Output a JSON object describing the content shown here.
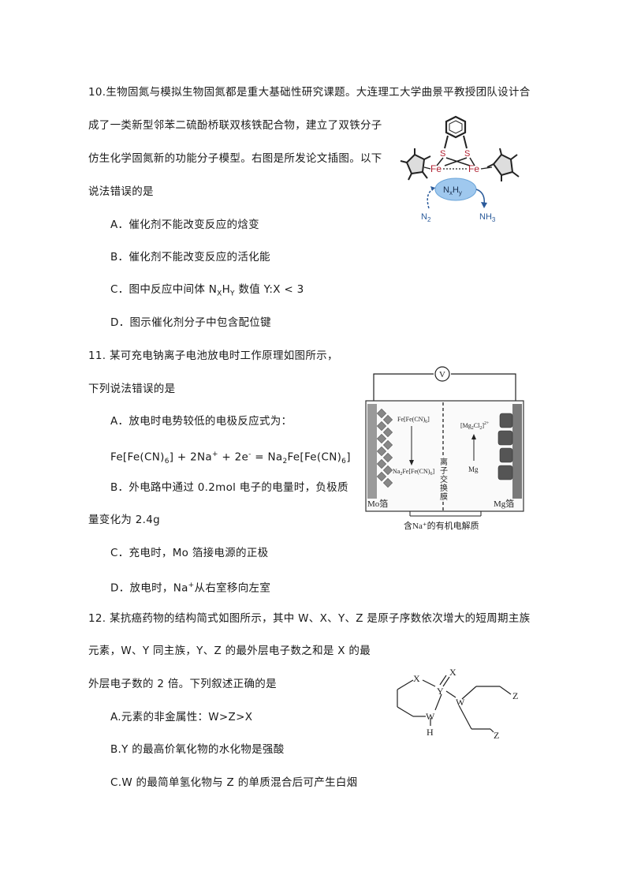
{
  "q10": {
    "stem_1": "10.生物固氮与模拟生物固氮都是重大基础性研究课题。大连理工大学曲景平教授团队设计合",
    "stem_2": "成了一类新型邻苯二硫酚桥联双核铁配合物，建立了双铁分子",
    "stem_3": "仿生化学固氮新的功能分子模型。右图是所发论文插图。以下",
    "stem_4": "说法错误的是",
    "option_a": "A．催化剂不能改变反应的焓变",
    "option_b": "B．催化剂不能改变反应的活化能",
    "option_c_pre": "C．图中反应中间体 N",
    "option_c_sub1": "X",
    "option_c_mid": "H",
    "option_c_sub2": "Y",
    "option_c_post": " 数值 Y:X < 3",
    "option_d": "D．图示催化剂分子中包含配位键",
    "figure": {
      "s_left": "S",
      "s_right": "S",
      "fe_left": "Fe",
      "fe_right": "Fe",
      "nh_n": "N",
      "nh_x": "x",
      "nh_h": "H",
      "nh_y": "y",
      "n2": "N",
      "n2_sub": "2",
      "nh3": "NH",
      "nh3_sub": "3"
    }
  },
  "q11": {
    "stem_1": "11. 某可充电钠离子电池放电时工作原理如图所示，",
    "stem_2": "下列说法错误的是",
    "option_a": "A．放电时电势较低的电极反应式为：",
    "eq_1": "Fe[Fe(CN)",
    "eq_1_sub": "6",
    "eq_2": "] + 2Na",
    "eq_2_sup": "+",
    "eq_3": " + 2e",
    "eq_3_sup": "-",
    "eq_4": "  = Na",
    "eq_4_sub": "2",
    "eq_5": "Fe[Fe(CN)",
    "eq_5_sub": "6",
    "eq_6": "]",
    "option_b_1": "B．外电路中通过 0.2mol 电子的电量时，负极质",
    "option_b_2": "量变化为 2.4g",
    "option_c": "C．充电时，Mo 箔接电源的正极",
    "option_d_pre": "D．放电时，Na",
    "option_d_sup": "+",
    "option_d_post": "从右室移向左室",
    "figure": {
      "voltmeter": "V",
      "left_top": "Fe[Fe(CN)",
      "left_top_sub": "6",
      "left_top_end": "]",
      "left_bottom": "Na",
      "left_bottom_sub": "2",
      "left_bottom_mid": "Fe[Fe(CN)",
      "left_bottom_sub2": "6",
      "left_bottom_end": "]",
      "right_top": "[Mg",
      "right_top_sub1": "2",
      "right_top_mid": "Cl",
      "right_top_sub2": "2",
      "right_top_end": "]",
      "right_top_sup": "2+",
      "right_bottom": "Mg",
      "membrane": [
        "离",
        "子",
        "交",
        "换",
        "膜"
      ],
      "mo": "Mo箔",
      "mg": "Mg箔",
      "caption": "含Na⁺的有机电解质"
    }
  },
  "q12": {
    "stem_1": "12. 某抗癌药物的结构简式如图所示，其中 W、X、Y、Z 是原子序数依次增大的短周期主族",
    "stem_2": "元素，W、Y 同主族，Y、Z 的最外层电子数之和是 X 的最",
    "stem_3": "外层电子数的 2 倍。下列叙述正确的是",
    "option_a": "A.元素的非金属性：W>Z>X",
    "option_b": "B.Y 的最高价氧化物的水化物是强酸",
    "option_c": "C.W 的最简单氢化物与 Z 的单质混合后可产生白烟",
    "figure": {
      "x1": "X",
      "x2": "X",
      "y": "Y",
      "w1": "W",
      "w2": "W",
      "h": "H",
      "z1": "Z",
      "z2": "Z"
    }
  }
}
